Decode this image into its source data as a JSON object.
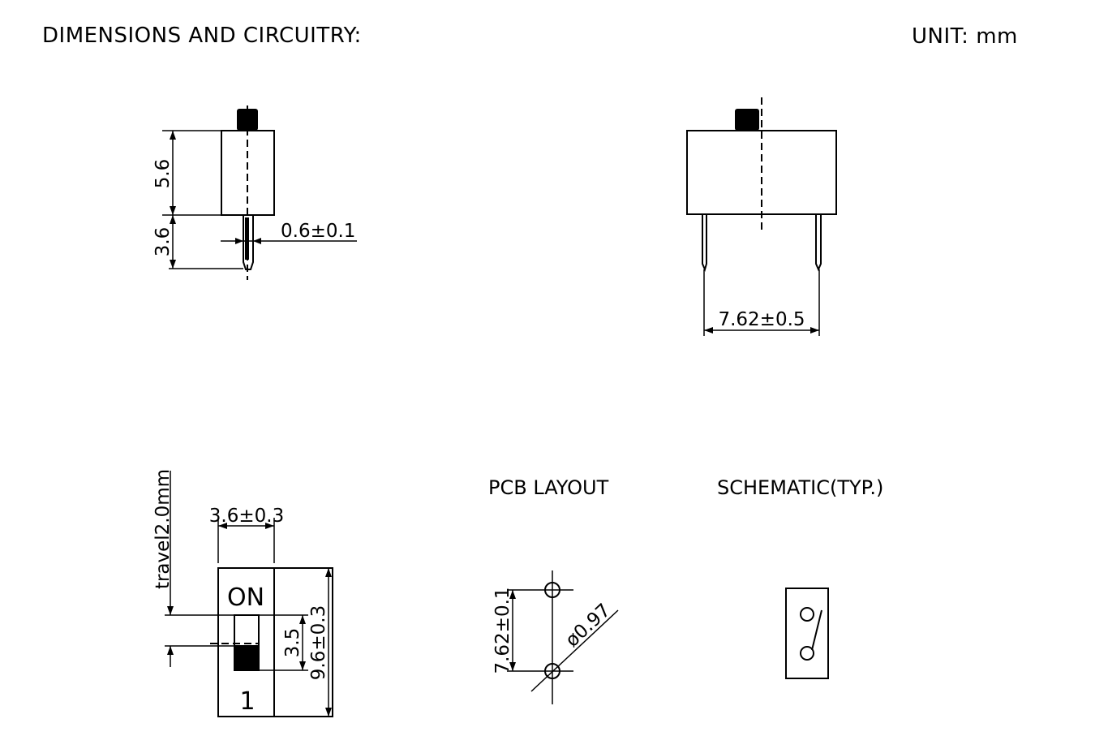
{
  "header": {
    "title": "DIMENSIONS AND CIRCUITRY:",
    "unit": "UNIT: mm"
  },
  "side_view": {
    "body_height": "5.6",
    "pin_length": "3.6",
    "pin_width": "0.6±0.1"
  },
  "front_view": {
    "pin_spacing": "7.62±0.5"
  },
  "top_view": {
    "travel": "travel2.0mm",
    "actuator_width": "3.6±0.3",
    "on_label": "ON",
    "actuator_length": "3.5",
    "body_length": "9.6±0.3",
    "position_number": "1"
  },
  "pcb_layout": {
    "title": "PCB LAYOUT",
    "hole_spacing": "7.62±0.1",
    "hole_diameter": "ø0.97"
  },
  "schematic": {
    "title": "SCHEMATIC(TYP.)"
  }
}
